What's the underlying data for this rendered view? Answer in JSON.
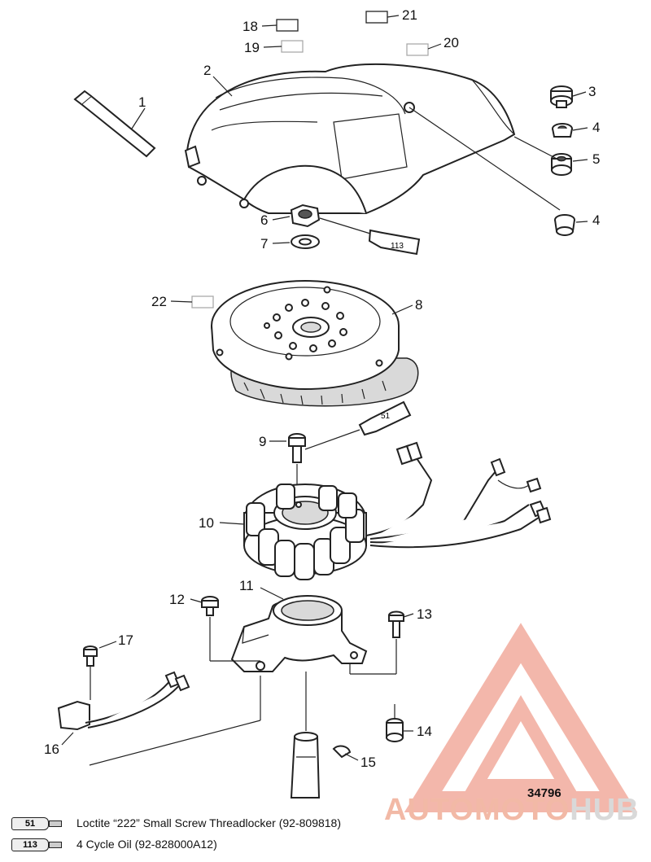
{
  "callouts": [
    {
      "id": "c1",
      "label": "1"
    },
    {
      "id": "c2",
      "label": "2"
    },
    {
      "id": "c3",
      "label": "3"
    },
    {
      "id": "c4a",
      "label": "4"
    },
    {
      "id": "c4b",
      "label": "4"
    },
    {
      "id": "c5",
      "label": "5"
    },
    {
      "id": "c6",
      "label": "6"
    },
    {
      "id": "c7",
      "label": "7"
    },
    {
      "id": "c8",
      "label": "8"
    },
    {
      "id": "c9",
      "label": "9"
    },
    {
      "id": "c10",
      "label": "10"
    },
    {
      "id": "c11",
      "label": "11"
    },
    {
      "id": "c12",
      "label": "12"
    },
    {
      "id": "c13",
      "label": "13"
    },
    {
      "id": "c14",
      "label": "14"
    },
    {
      "id": "c15",
      "label": "15"
    },
    {
      "id": "c16",
      "label": "16"
    },
    {
      "id": "c17",
      "label": "17"
    },
    {
      "id": "c18",
      "label": "18"
    },
    {
      "id": "c19",
      "label": "19"
    },
    {
      "id": "c20",
      "label": "20"
    },
    {
      "id": "c21",
      "label": "21"
    },
    {
      "id": "c22",
      "label": "22"
    }
  ],
  "tube_labels": {
    "oil": "113",
    "loctite": "51"
  },
  "legend": [
    {
      "code": "51",
      "text": "Loctite “222” Small Screw Threadlocker  (92-809818)"
    },
    {
      "code": "113",
      "text": "4 Cycle Oil (92-828000A12)"
    }
  ],
  "figure_number": "34796",
  "watermark": {
    "part_a": "AUTOMOTO",
    "part_b": "HUB",
    "color_a": "#f2b9a6",
    "color_b": "#d9d9d9",
    "logo_color": "#f0a090"
  }
}
